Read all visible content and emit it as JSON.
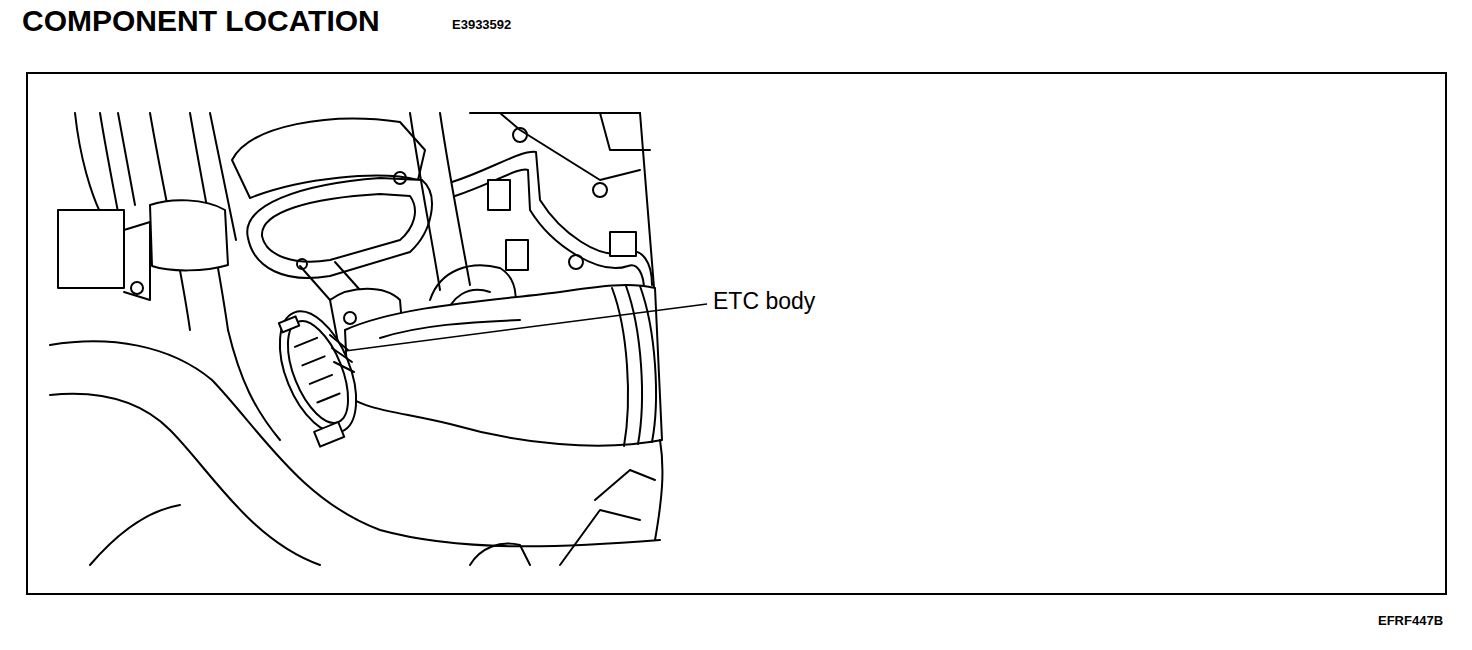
{
  "diagram": {
    "title": "COMPONENT LOCATION",
    "labels": [
      "E3933592",
      "ETC body",
      "EFRF447B"
    ]
  }
}
